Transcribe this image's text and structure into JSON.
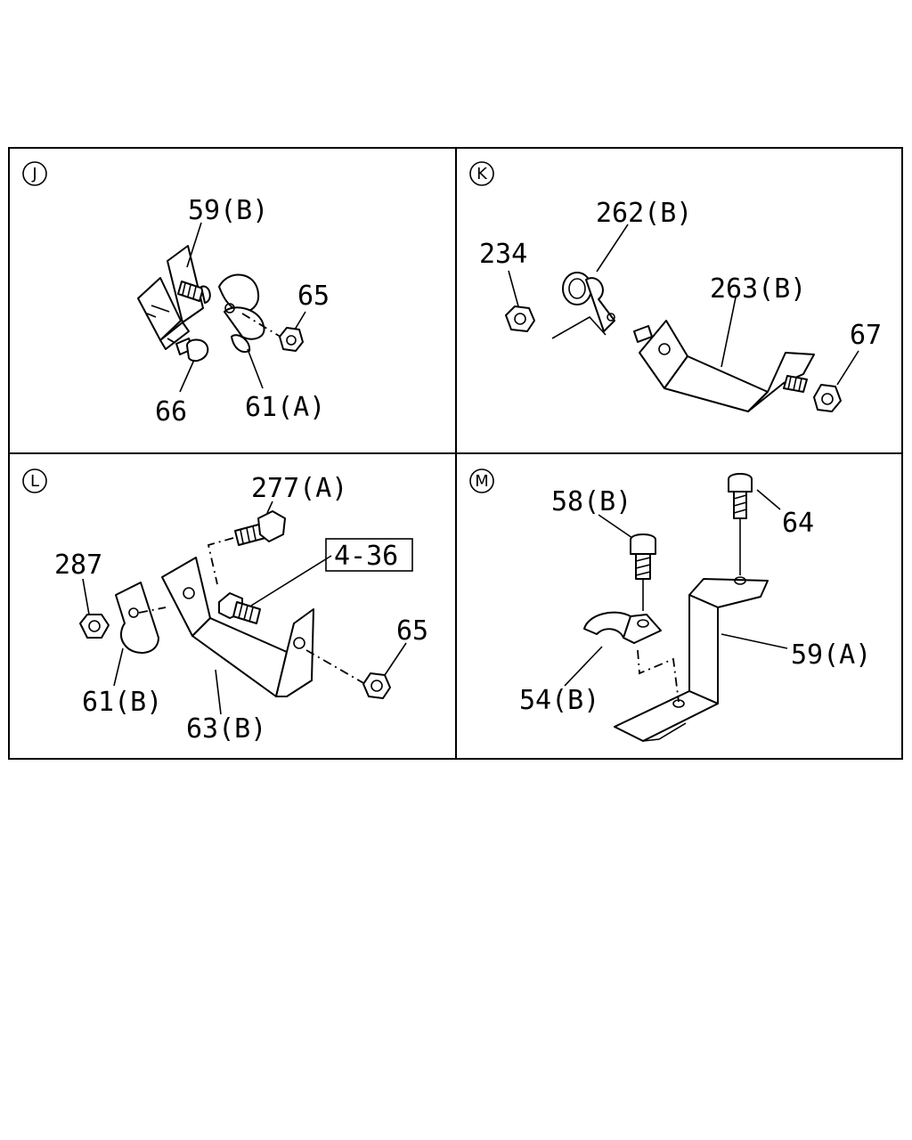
{
  "panels": {
    "J": {
      "letter": "J",
      "labels": {
        "p59b": "59(B)",
        "p65": "65",
        "p66": "66",
        "p61a": "61(A)"
      }
    },
    "K": {
      "letter": "K",
      "labels": {
        "p262b": "262(B)",
        "p234": "234",
        "p263b": "263(B)",
        "p67": "67"
      }
    },
    "L": {
      "letter": "L",
      "labels": {
        "p277a": "277(A)",
        "p287": "287",
        "p436": "4-36",
        "p65": "65",
        "p61b": "61(B)",
        "p63b": "63(B)"
      }
    },
    "M": {
      "letter": "M",
      "labels": {
        "p58b": "58(B)",
        "p64": "64",
        "p59a": "59(A)",
        "p54b": "54(B)"
      }
    }
  }
}
